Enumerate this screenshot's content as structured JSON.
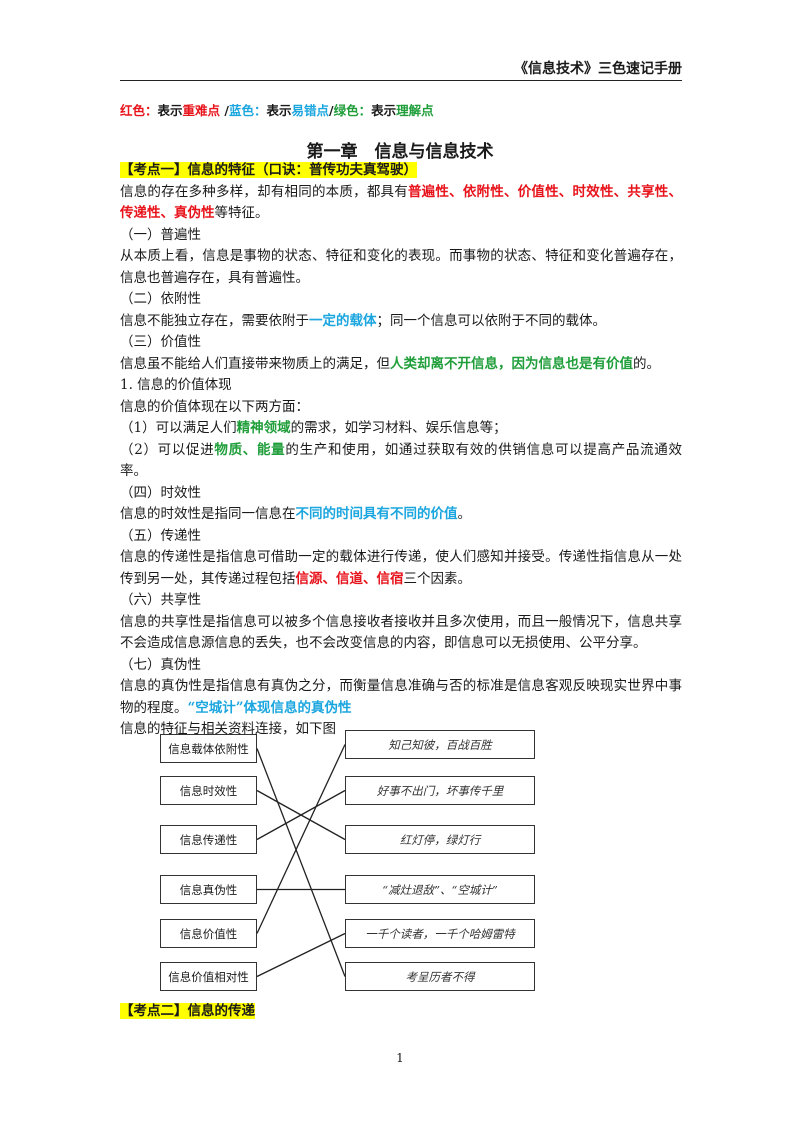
{
  "header": {
    "title": "《信息技术》三色速记手册"
  },
  "legend": {
    "red_label": "红色：",
    "red_desc": "表示",
    "red_term": "重难点",
    "sep1": " /",
    "blue_label": "蓝色：",
    "blue_desc": "表示",
    "blue_term": "易错点",
    "sep2": "/",
    "green_label": "绿色：",
    "green_desc": "表示",
    "green_term": "理解点"
  },
  "chapter_title": "第一章　信息与信息技术",
  "section1": {
    "title": "【考点一】信息的特征（口诀：普传功夫真驾驶）",
    "intro_a": "信息的存在多种多样，却有相同的本质，都具有",
    "intro_b": "普遍性、依附性、价值性、时效性、共享性、传递性、真伪性",
    "intro_c": "等特征。",
    "s1_title": "（一）普遍性",
    "s1_text": "从本质上看，信息是事物的状态、特征和变化的表现。而事物的状态、特征和变化普遍存在，信息也普遍存在，具有普遍性。",
    "s2_title": "（二）依附性",
    "s2_text_a": "信息不能独立存在，需要依附于",
    "s2_text_b": "一定的载体",
    "s2_text_c": "；同一个信息可以依附于不同的载体。",
    "s3_title": "（三）价值性",
    "s3_text_a": "信息虽不能给人们直接带来物质上的满足，但",
    "s3_text_b": "人类却离不开信息，因为信息也是有价值",
    "s3_text_c": "的。",
    "s3_sub": "1. 信息的价值体现",
    "s3_sub_text": "信息的价值体现在以下两方面：",
    "s3_item1_a": "（1）可以满足人们",
    "s3_item1_b": "精神领域",
    "s3_item1_c": "的需求，如学习材料、娱乐信息等；",
    "s3_item2_a": "（2）可以促进",
    "s3_item2_b": "物质、能量",
    "s3_item2_c": "的生产和使用，如通过获取有效的供销信息可以提高产品流通效率。",
    "s4_title": "（四）时效性",
    "s4_text_a": "信息的时效性是指同一信息在",
    "s4_text_b": "不同的时间具有不同的价值",
    "s4_text_c": "。",
    "s5_title": "（五）传递性",
    "s5_text_a": "信息的传递性是指信息可借助一定的载体进行传递，使人们感知并接受。传递性指信息从一处传到另一处，其传递过程包括",
    "s5_text_b": "信源、信道、信宿",
    "s5_text_c": "三个因素。",
    "s6_title": "（六）共享性",
    "s6_text": "信息的共享性是指信息可以被多个信息接收者接收并且多次使用，而且一般情况下，信息共享不会造成信息源信息的丢失，也不会改变信息的内容，即信息可以无损使用、公平分享。",
    "s7_title": "（七）真伪性",
    "s7_text_a": "信息的真伪性是指信息有真伪之分，而衡量信息准确与否的标准是信息客观反映现实世界中事物的程度。",
    "s7_text_b": "“空城计”体现信息的真伪性",
    "fig_caption": "信息的特征与相关资料连接，如下图"
  },
  "diagram": {
    "left": [
      "信息载体依附性",
      "信息时效性",
      "信息传递性",
      "信息真伪性",
      "信息价值性",
      "信息价值相对性"
    ],
    "right": [
      "知己知彼，百战百胜",
      "好事不出门，坏事传千里",
      "红灯停，绿灯行",
      "“减灶退敌”、“空城计”",
      "一千个读者，一千个哈姆雷特",
      "考呈历者不得"
    ],
    "links": [
      [
        0,
        5
      ],
      [
        1,
        2
      ],
      [
        2,
        1
      ],
      [
        3,
        3
      ],
      [
        4,
        0
      ],
      [
        5,
        4
      ]
    ]
  },
  "section2": {
    "title": "【考点二】信息的传递"
  },
  "page_number": "1"
}
